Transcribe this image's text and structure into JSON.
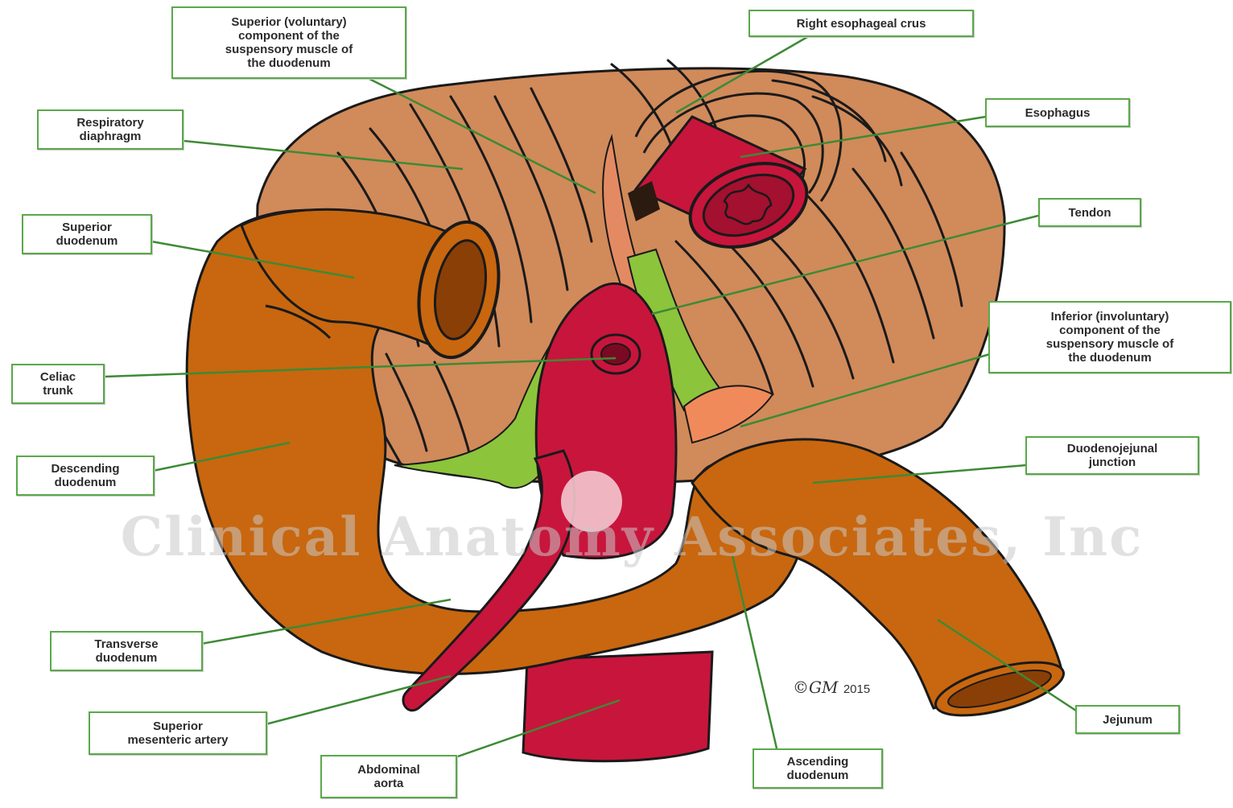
{
  "labels": {
    "superior_suspensory": "Superior (voluntary)\ncomponent of the\nsuspensory muscle of\nthe duodenum",
    "right_crus": "Right esophageal crus",
    "respiratory_diaphragm": "Respiratory\ndiaphragm",
    "esophagus": "Esophagus",
    "superior_duodenum": "Superior\nduodenum",
    "tendon": "Tendon",
    "celiac_trunk": "Celiac\ntrunk",
    "inferior_suspensory": "Inferior (involuntary)\ncomponent of the\nsuspensory muscle of\nthe duodenum",
    "descending_duodenum": "Descending\nduodenum",
    "duodenojejunal_junction": "Duodenojejunal\njunction",
    "transverse_duodenum": "Transverse\nduodenum",
    "superior_mesenteric_artery": "Superior\nmesenteric artery",
    "abdominal_aorta": "Abdominal\naorta",
    "ascending_duodenum": "Ascending\nduodenum",
    "jejunum": "Jejunum"
  },
  "watermark": "Clinical Anatomy Associates, Inc",
  "signature": {
    "copyright": "©",
    "initials": "GM",
    "year": "2015"
  },
  "colors": {
    "diaphragm": "#d18a5a",
    "duodenum": "#c8670f",
    "artery": "#c8153c",
    "suspensory_muscle": "#8cc43c",
    "label_border": "#5aa84a",
    "leader_line": "#3d8a35"
  }
}
